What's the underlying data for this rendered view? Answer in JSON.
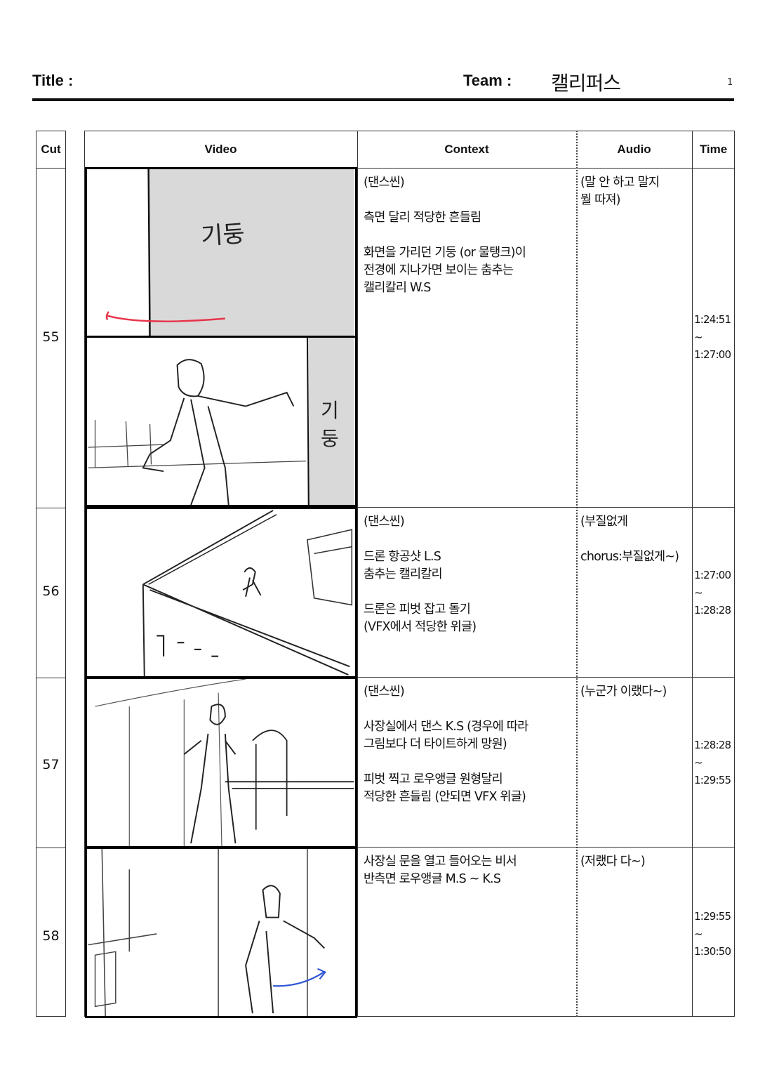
{
  "header": {
    "title_label": "Title :",
    "team_label": "Team :",
    "team_name": "캘리퍼스",
    "page_number": "1"
  },
  "columns": {
    "cut": "Cut",
    "video": "Video",
    "context": "Context",
    "audio": "Audio",
    "time": "Time"
  },
  "rows": [
    {
      "cut": "55",
      "context": "(댄스씬)\n\n측면 달리 적당한 흔들림\n\n화면을 가리던 기둥 (or 물탱크)이\n전경에 지나가면 보이는 춤추는\n캘리칼리 W.S",
      "audio": "(말 안 하고 말지\n뭘 따져)",
      "time_start": "1:24:51",
      "time_sep": "~",
      "time_end": "1:27:00",
      "panel_labels": [
        "기둥",
        "기둥"
      ]
    },
    {
      "cut": "56",
      "context": "(댄스씬)\n\n드론 항공샷 L.S\n춤추는 캘리칼리\n\n드론은 피벗 잡고 돌기\n(VFX에서 적당한 위글)",
      "audio": "(부질없게\n\nchorus:부질없게~)",
      "time_start": "1:27:00",
      "time_sep": "~",
      "time_end": "1:28:28"
    },
    {
      "cut": "57",
      "context": "(댄스씬)\n\n사장실에서 댄스 K.S (경우에 따라\n그림보다 더 타이트하게 망원)\n\n피벗 찍고 로우앵글 원형달리\n적당한 흔들림 (안되면 VFX 위글)",
      "audio": "(누군가 이랬다~)",
      "time_start": "1:28:28",
      "time_sep": "~",
      "time_end": "1:29:55"
    },
    {
      "cut": "58",
      "context": "사장실 문을 열고 들어오는 비서\n반측면 로우앵글 M.S ~ K.S",
      "audio": "(저랬다 다~)",
      "time_start": "1:29:55",
      "time_sep": "~",
      "time_end": "1:30:50"
    }
  ],
  "colors": {
    "pillar_fill": "#d9d9d9",
    "arrow_red": "#e8334a",
    "arrow_blue": "#2f56d6"
  }
}
